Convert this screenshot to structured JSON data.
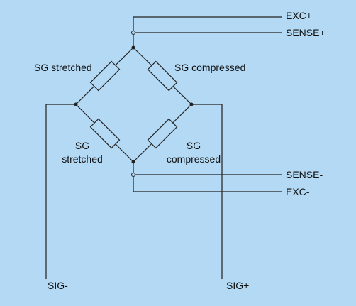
{
  "terminals": {
    "exc_plus": "EXC+",
    "sense_plus": "SENSE+",
    "sense_minus": "SENSE-",
    "exc_minus": "EXC-",
    "sig_minus": "SIG-",
    "sig_plus": "SIG+"
  },
  "gauges": {
    "top_left": "SG stretched",
    "top_right": "SG compressed",
    "bottom_left_line1": "SG",
    "bottom_left_line2": "stretched",
    "bottom_right_line1": "SG",
    "bottom_right_line2": "compressed"
  },
  "colors": {
    "background": "#b3d9f4",
    "wire": "#222222"
  }
}
